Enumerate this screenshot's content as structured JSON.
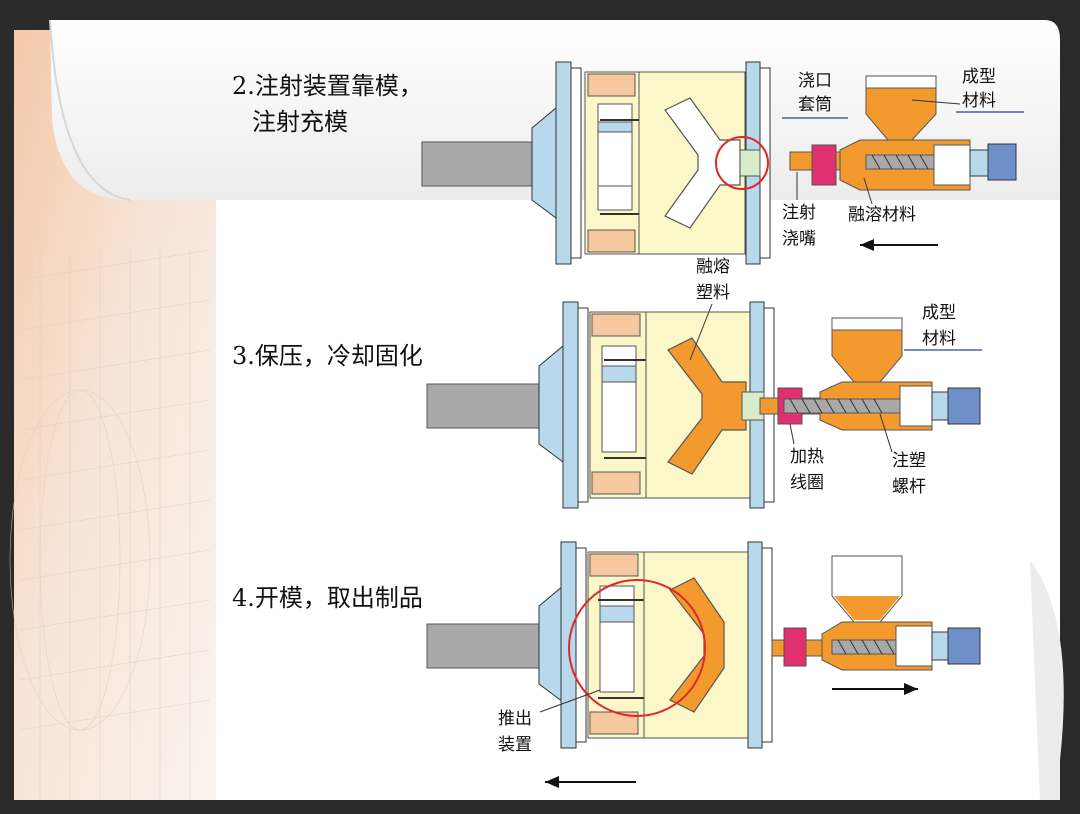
{
  "colors": {
    "frame": "#2a2a2a",
    "slide": "#ffffff",
    "mold_yellow": "#fbf7c8",
    "platen_blue": "#b8d8ec",
    "peach": "#f6c8a0",
    "material_orange": "#f29a2e",
    "heater_pink": "#e03070",
    "highlight_red": "#e02828",
    "rod_gray": "#a9a9a9"
  },
  "steps": [
    {
      "title_line1": "2.注射装置靠模，",
      "title_line2": "注射充模",
      "labels": {
        "sprue_bushing": [
          "浇口",
          "套筒"
        ],
        "molding_material": [
          "成型",
          "材料"
        ],
        "nozzle": [
          "注射",
          "浇嘴"
        ],
        "molten_material": "融溶材料"
      },
      "arrow": "left"
    },
    {
      "title": "3.保压，冷却固化",
      "labels": {
        "molten_plastic": [
          "融熔",
          "塑料"
        ],
        "molding_material": [
          "成型",
          "材料"
        ],
        "heater_coil": [
          "加热",
          "线圈"
        ],
        "screw": [
          "注塑",
          "螺杆"
        ]
      }
    },
    {
      "title": "4.开模，取出制品",
      "labels": {
        "ejector": [
          "推出",
          "装置"
        ]
      },
      "arrow_top": "right",
      "arrow_bottom": "left"
    }
  ]
}
